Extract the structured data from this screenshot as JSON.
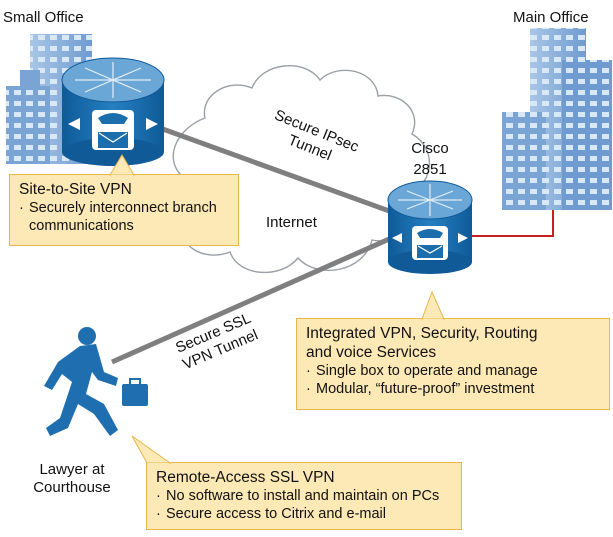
{
  "labels": {
    "small_office": "Small Office",
    "main_office": "Main Office",
    "internet": "Internet",
    "router_name_1": "Cisco",
    "router_name_2": "2851",
    "ipsec_tunnel_1": "Secure IPsec",
    "ipsec_tunnel_2": "Tunnel",
    "ssl_tunnel_1": "Secure SSL",
    "ssl_tunnel_2": "VPN Tunnel",
    "lawyer_1": "Lawyer at",
    "lawyer_2": "Courthouse"
  },
  "callouts": {
    "site_to_site": {
      "title": "Site-to-Site VPN",
      "bullets": [
        "Securely interconnect branch communications"
      ]
    },
    "integrated": {
      "title_1": "Integrated VPN, Security, Routing",
      "title_2": "and voice Services",
      "bullets": [
        "Single box to operate and manage",
        "Modular, “future-proof” investment"
      ]
    },
    "remote_access": {
      "title": "Remote-Access SSL VPN",
      "bullets": [
        "No software to install and maintain on PCs",
        "Secure access to Citrix and e-mail"
      ]
    }
  },
  "bullet_char": "·",
  "colors": {
    "building": "#8fb3dc",
    "building_dark": "#5d88bf",
    "router": "#1c6dab",
    "router_top": "#6aa6d6",
    "tunnel": "#7f7f7f",
    "lan_link": "#c8201f",
    "callout_fill": "#fde9b6",
    "callout_border": "#e9b64c",
    "person": "#1f6fb0"
  },
  "icons": [
    "building-icon",
    "router-icon",
    "cloud-icon",
    "person-icon"
  ]
}
